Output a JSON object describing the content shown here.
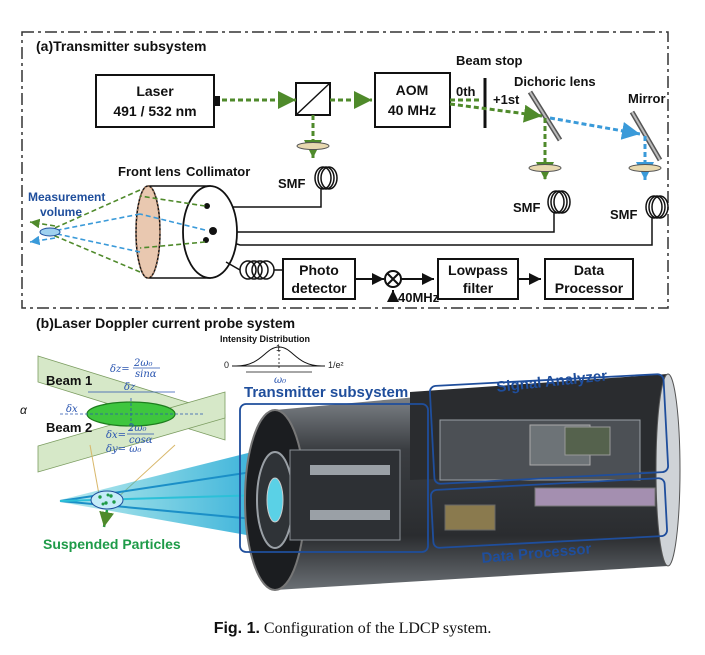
{
  "panel_a": {
    "title": "(a)Transmitter subsystem",
    "laser": {
      "line1": "Laser",
      "line2": "491 / 532 nm"
    },
    "aom": {
      "line1": "AOM",
      "line2": "40 MHz"
    },
    "beam_stop": "Beam stop",
    "order_0": "0th",
    "order_1": "+1st",
    "dichoric_lens": "Dichoric lens",
    "mirror": "Mirror",
    "smf": "SMF",
    "front_lens": "Front lens",
    "collimator": "Collimator",
    "measurement_volume": {
      "line1": "Measurement",
      "line2": "volume"
    },
    "photo_detector": {
      "line1": "Photo",
      "line2": "detector"
    },
    "lowpass_filter": {
      "line1": "Lowpass",
      "line2": "filter"
    },
    "data_processor": {
      "line1": "Data",
      "line2": "Processor"
    },
    "mix_freq": "40MHz"
  },
  "panel_b": {
    "title": "(b)Laser Doppler current probe system",
    "intensity_title": "Intensity Distribution",
    "intensity_axis": {
      "left": "0",
      "peak": "1",
      "right": "1/e²",
      "width": "ω₀"
    },
    "beam1": "Beam 1",
    "beam2": "Beam 2",
    "alpha": "α",
    "formulas": {
      "dz": "δz=",
      "dz_num": "2ω₀",
      "dz_den": "sinα",
      "dz_lbl": "δz",
      "dx": "δx=",
      "dx_num": "2ω₀",
      "dx_den": "cosα",
      "dy": "δy= ω₀",
      "dx_lbl": "δx"
    },
    "transmitter_subsystem": "Transmitter subsystem",
    "signal_analyzer": "Signal Analyzer",
    "data_processor": "Data Processor",
    "suspended_particles": "Suspended Particles"
  },
  "caption": {
    "label": "Fig. 1.",
    "text": "Configuration of the LDCP system."
  },
  "colors": {
    "green_beam": "#4f8a2b",
    "blue_beam": "#3a9ad9",
    "label_blue": "#1f4e9c",
    "particle_green": "#1e9b48"
  }
}
